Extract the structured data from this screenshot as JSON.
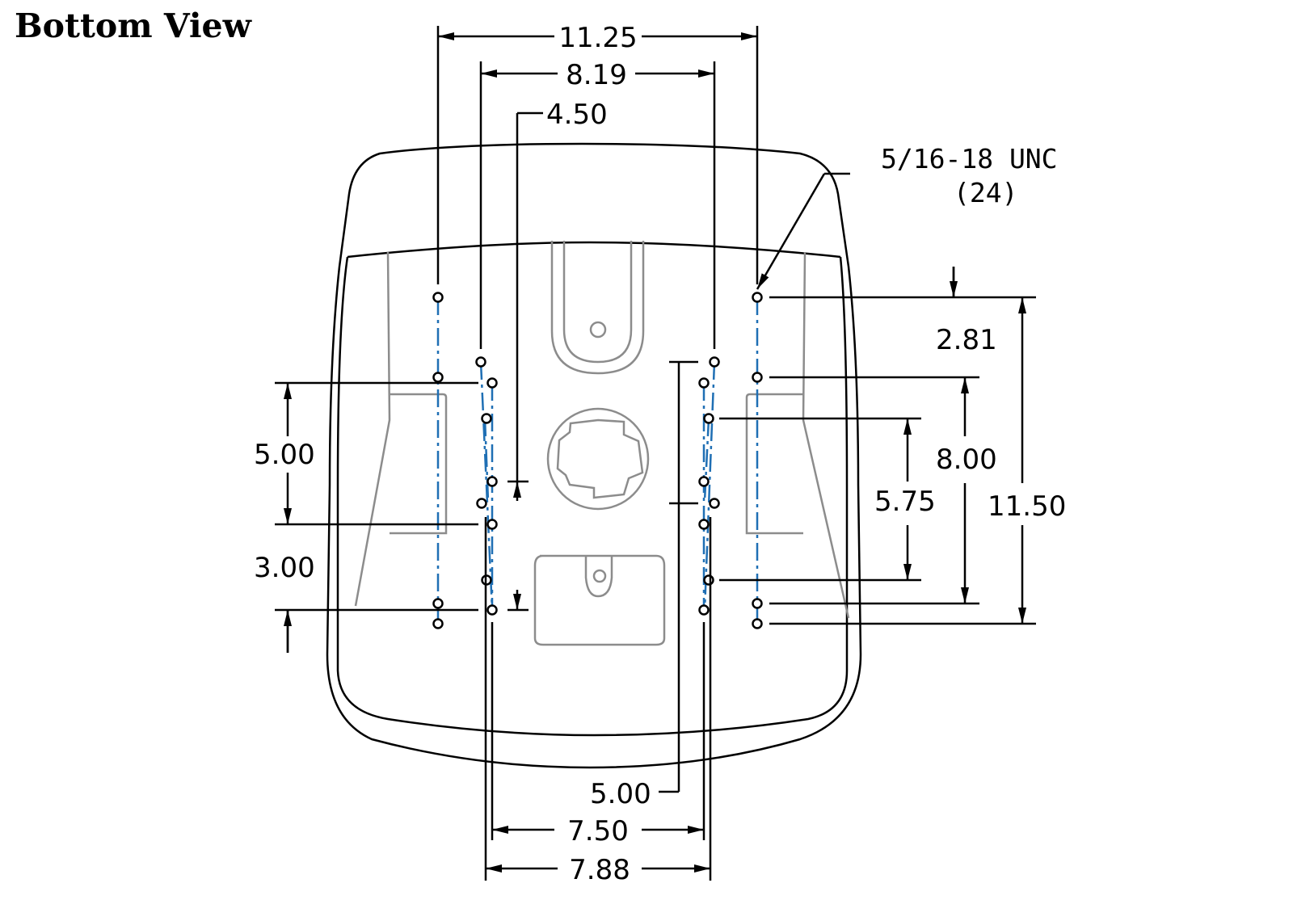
{
  "title": "Bottom View",
  "dimensions": {
    "top_width_outer": "11.25",
    "top_width_inner": "8.19",
    "top_offset": "4.50",
    "left_span": "5.00",
    "left_bottom": "3.00",
    "right_top": "2.81",
    "right_mid": "8.00",
    "right_inner": "5.75",
    "right_overall": "11.50",
    "bottom_offset": "5.00",
    "bottom_inner": "7.50",
    "bottom_outer": "7.88"
  },
  "callout": {
    "thread": "5/16-18 UNC",
    "count": "(24)"
  },
  "colors": {
    "line": "#000000",
    "seat_outline": "#8c8c8c",
    "centerline": "#1f6fb4"
  }
}
